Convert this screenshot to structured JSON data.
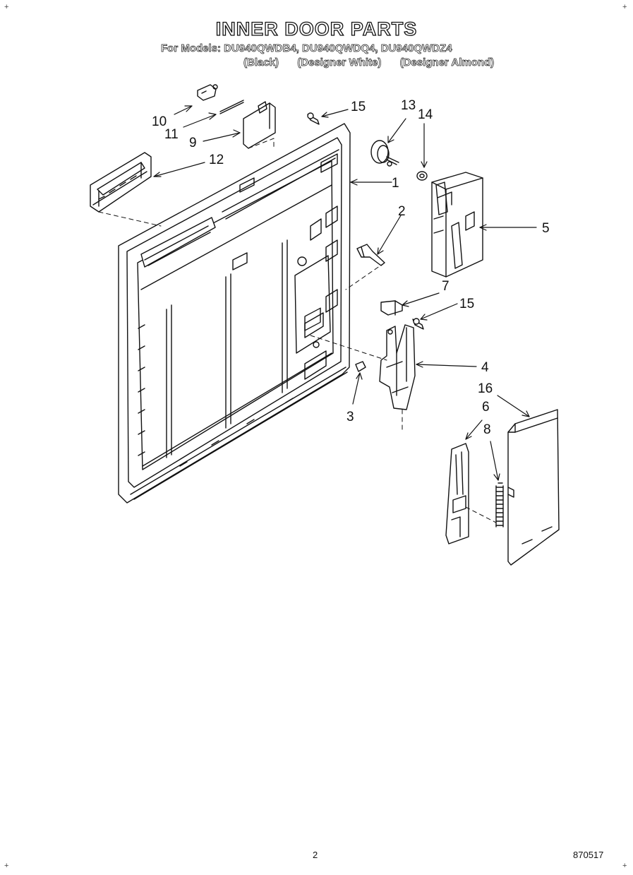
{
  "header": {
    "title": "INNER DOOR PARTS",
    "models_line": "For Models: DU940QWDB4, DU940QWDQ4, DU940QWDZ4",
    "colors": [
      "(Black)",
      "(Designer White)",
      "(Designer Almond)"
    ]
  },
  "callouts": [
    "1",
    "2",
    "3",
    "4",
    "5",
    "6",
    "7",
    "8",
    "9",
    "10",
    "11",
    "12",
    "13",
    "14",
    "15",
    "15",
    "16"
  ],
  "footer": {
    "page_number": "2",
    "doc_code": "870517"
  }
}
